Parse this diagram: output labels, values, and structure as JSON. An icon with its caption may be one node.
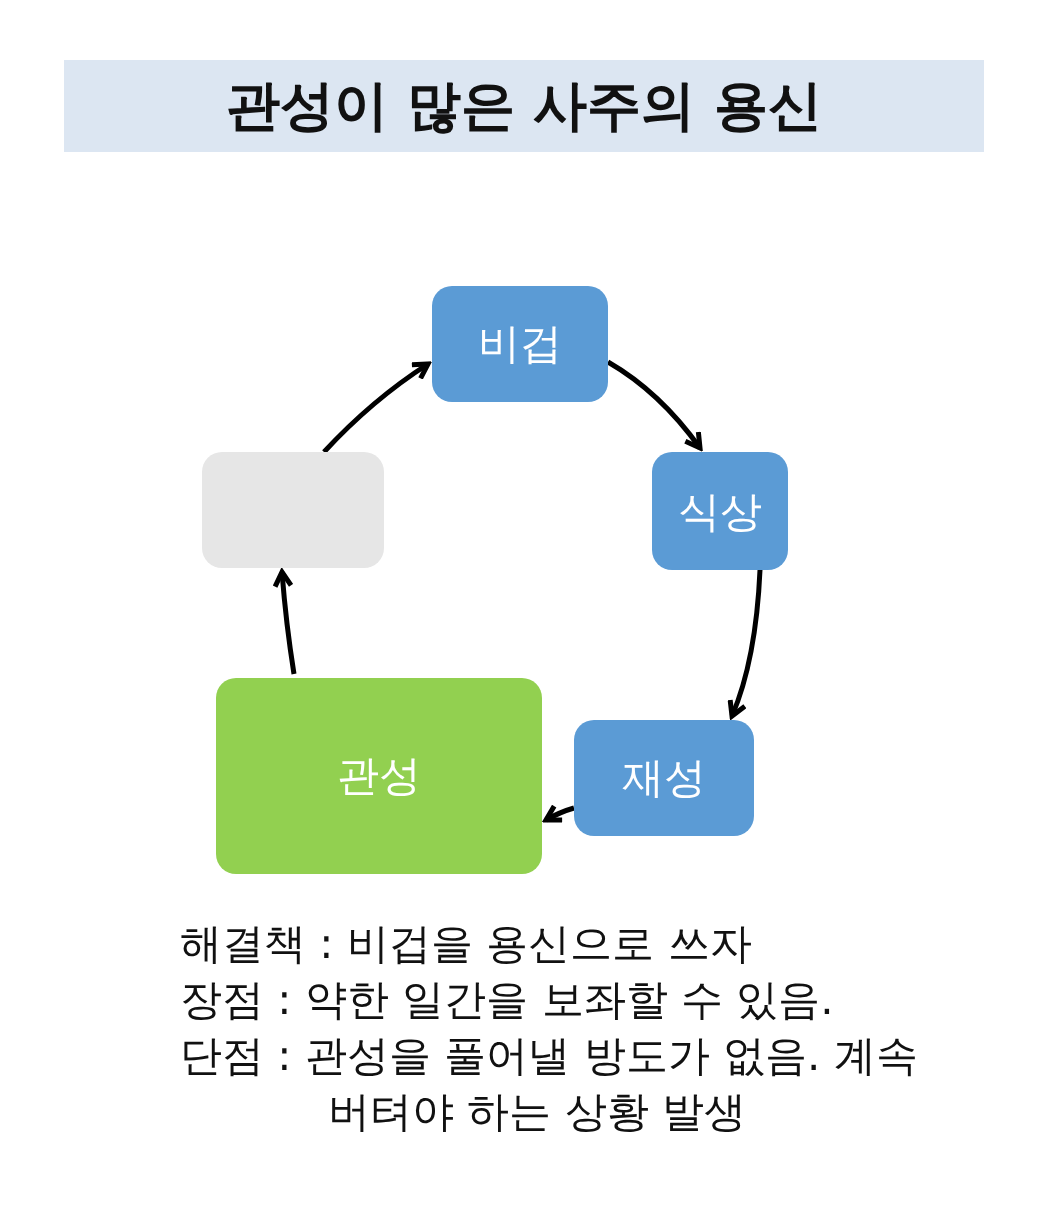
{
  "diagram": {
    "title": "관성이 많은 사주의 용신",
    "nodes": [
      {
        "text": [
          "비겁"
        ]
      },
      {
        "text": [
          "식상"
        ]
      },
      {
        "text": [
          "재성"
        ]
      },
      {
        "text": [
          "관성"
        ]
      },
      {
        "text": [],
        "shape": "box"
      }
    ],
    "edges": [
      {
        "from": 0,
        "to": 1,
        "arrow": "to"
      },
      {
        "from": 1,
        "to": 2,
        "arrow": "to"
      },
      {
        "from": 2,
        "to": 3,
        "arrow": "to"
      },
      {
        "from": 3,
        "to": 4,
        "arrow": "to"
      },
      {
        "from": 4,
        "to": 0,
        "arrow": "to"
      }
    ],
    "labels": [
      "해결책 : 비겁을 용신으로 쓰자",
      "장점 : 약한 일간을 보좌할 수 있음.",
      "단점 : 관성을 풀어낼 방도가 없음. 계속 버텨야 하는 상황 발생"
    ]
  }
}
